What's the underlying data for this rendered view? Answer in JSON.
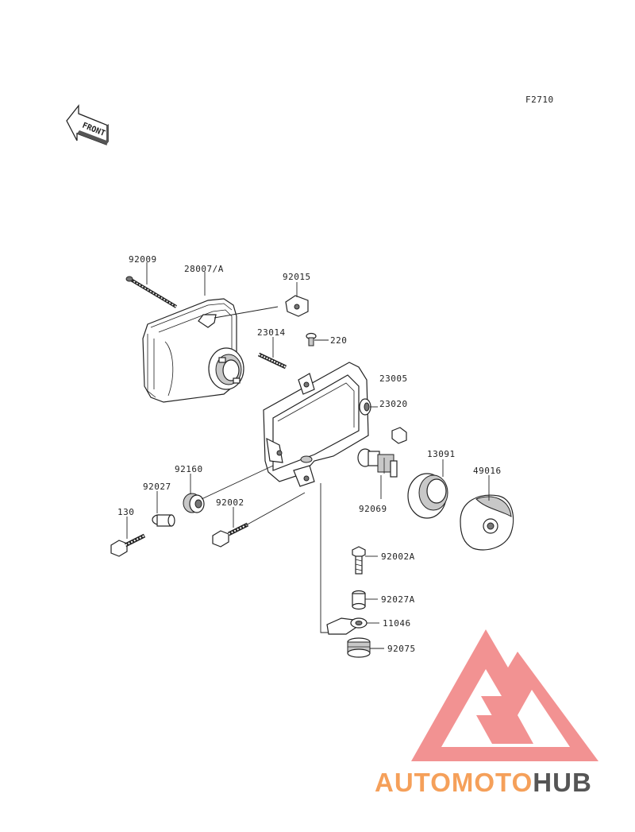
{
  "diagram": {
    "ref_code": "F2710",
    "front_label": "FRONT",
    "labels": [
      {
        "id": "92009",
        "text": "92009"
      },
      {
        "id": "28007A",
        "text": "28007/A"
      },
      {
        "id": "92015",
        "text": "92015"
      },
      {
        "id": "23014",
        "text": "23014"
      },
      {
        "id": "220",
        "text": "220"
      },
      {
        "id": "23005",
        "text": "23005"
      },
      {
        "id": "23020",
        "text": "23020"
      },
      {
        "id": "13091",
        "text": "13091"
      },
      {
        "id": "49016",
        "text": "49016"
      },
      {
        "id": "92160",
        "text": "92160"
      },
      {
        "id": "92027",
        "text": "92027"
      },
      {
        "id": "92002",
        "text": "92002"
      },
      {
        "id": "130",
        "text": "130"
      },
      {
        "id": "92069",
        "text": "92069"
      },
      {
        "id": "92002A",
        "text": "92002A"
      },
      {
        "id": "92027A",
        "text": "92027A"
      },
      {
        "id": "11046",
        "text": "11046"
      },
      {
        "id": "92075",
        "text": "92075"
      }
    ]
  },
  "watermark": {
    "part1": "AUTOMOTO",
    "part2": "HUB",
    "color_primary": "#f08080",
    "color_accent": "#f5b56b",
    "color_dark": "#555555"
  }
}
